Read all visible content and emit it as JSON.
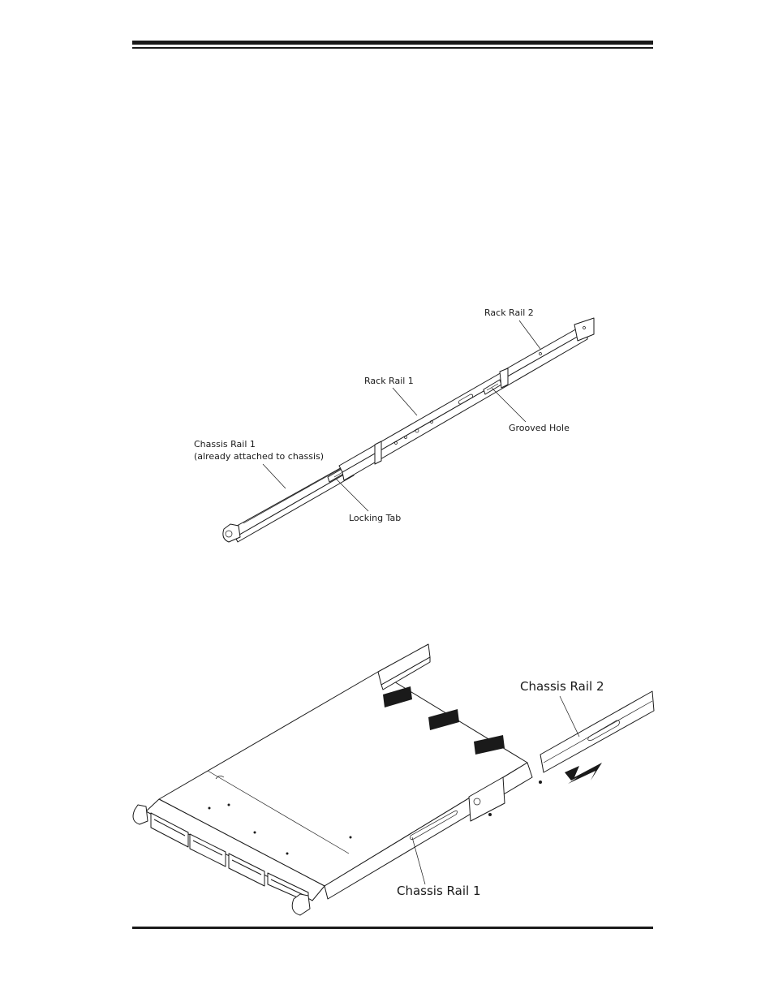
{
  "figure1": {
    "rack_rail_2": "Rack Rail 2",
    "rack_rail_1": "Rack Rail 1",
    "grooved_hole": "Grooved Hole",
    "chassis_rail_1_line1": "Chassis Rail 1",
    "chassis_rail_1_line2": "(already attached to chassis)",
    "locking_tab": "Locking Tab"
  },
  "figure2": {
    "chassis_rail_2": "Chassis Rail 2",
    "chassis_rail_1": "Chassis Rail 1"
  }
}
